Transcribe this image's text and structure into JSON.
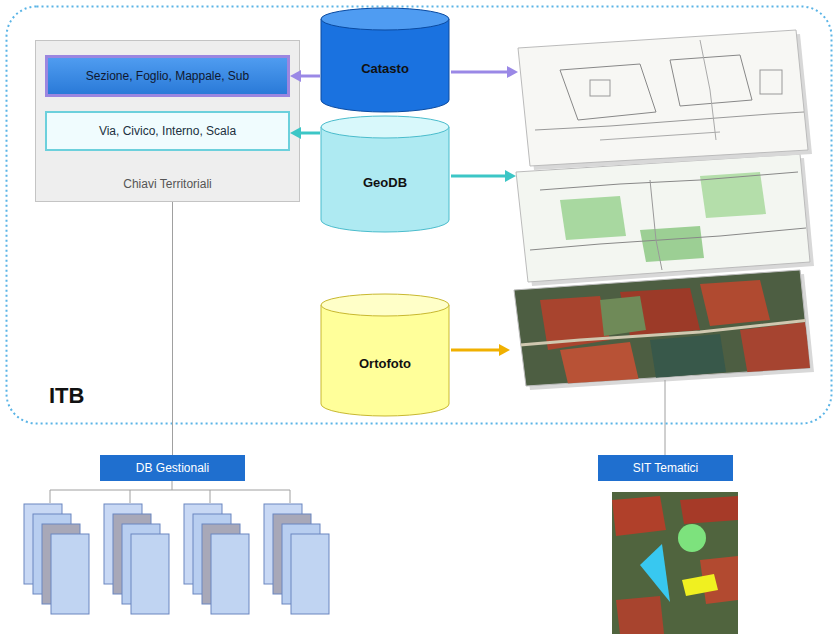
{
  "diagram": {
    "nodes": [
      {
        "text": [
          "ITB"
        ]
      },
      {
        "text": [
          "Chiavi Territoriali"
        ],
        "in": 0
      },
      {
        "text": [
          "Sezione, Foglio, Mappale, Sub"
        ],
        "in": 1
      },
      {
        "text": [
          "Via, Civico, Interno, Scala"
        ],
        "in": 1
      },
      {
        "text": [
          "Catasto"
        ],
        "in": 0
      },
      {
        "text": [
          "GeoDB"
        ],
        "in": 0
      },
      {
        "text": [
          "Ortofoto"
        ],
        "in": 0
      },
      {
        "text": [
          "DB Gestionali"
        ]
      },
      {
        "text": [
          "SIT Tematici"
        ]
      }
    ],
    "edges": [
      {
        "from": 4,
        "to": 2,
        "arrow": "to"
      },
      {
        "from": 5,
        "to": 3,
        "arrow": "to"
      },
      {
        "from": 1,
        "to": 7,
        "arrow": "none"
      }
    ]
  }
}
